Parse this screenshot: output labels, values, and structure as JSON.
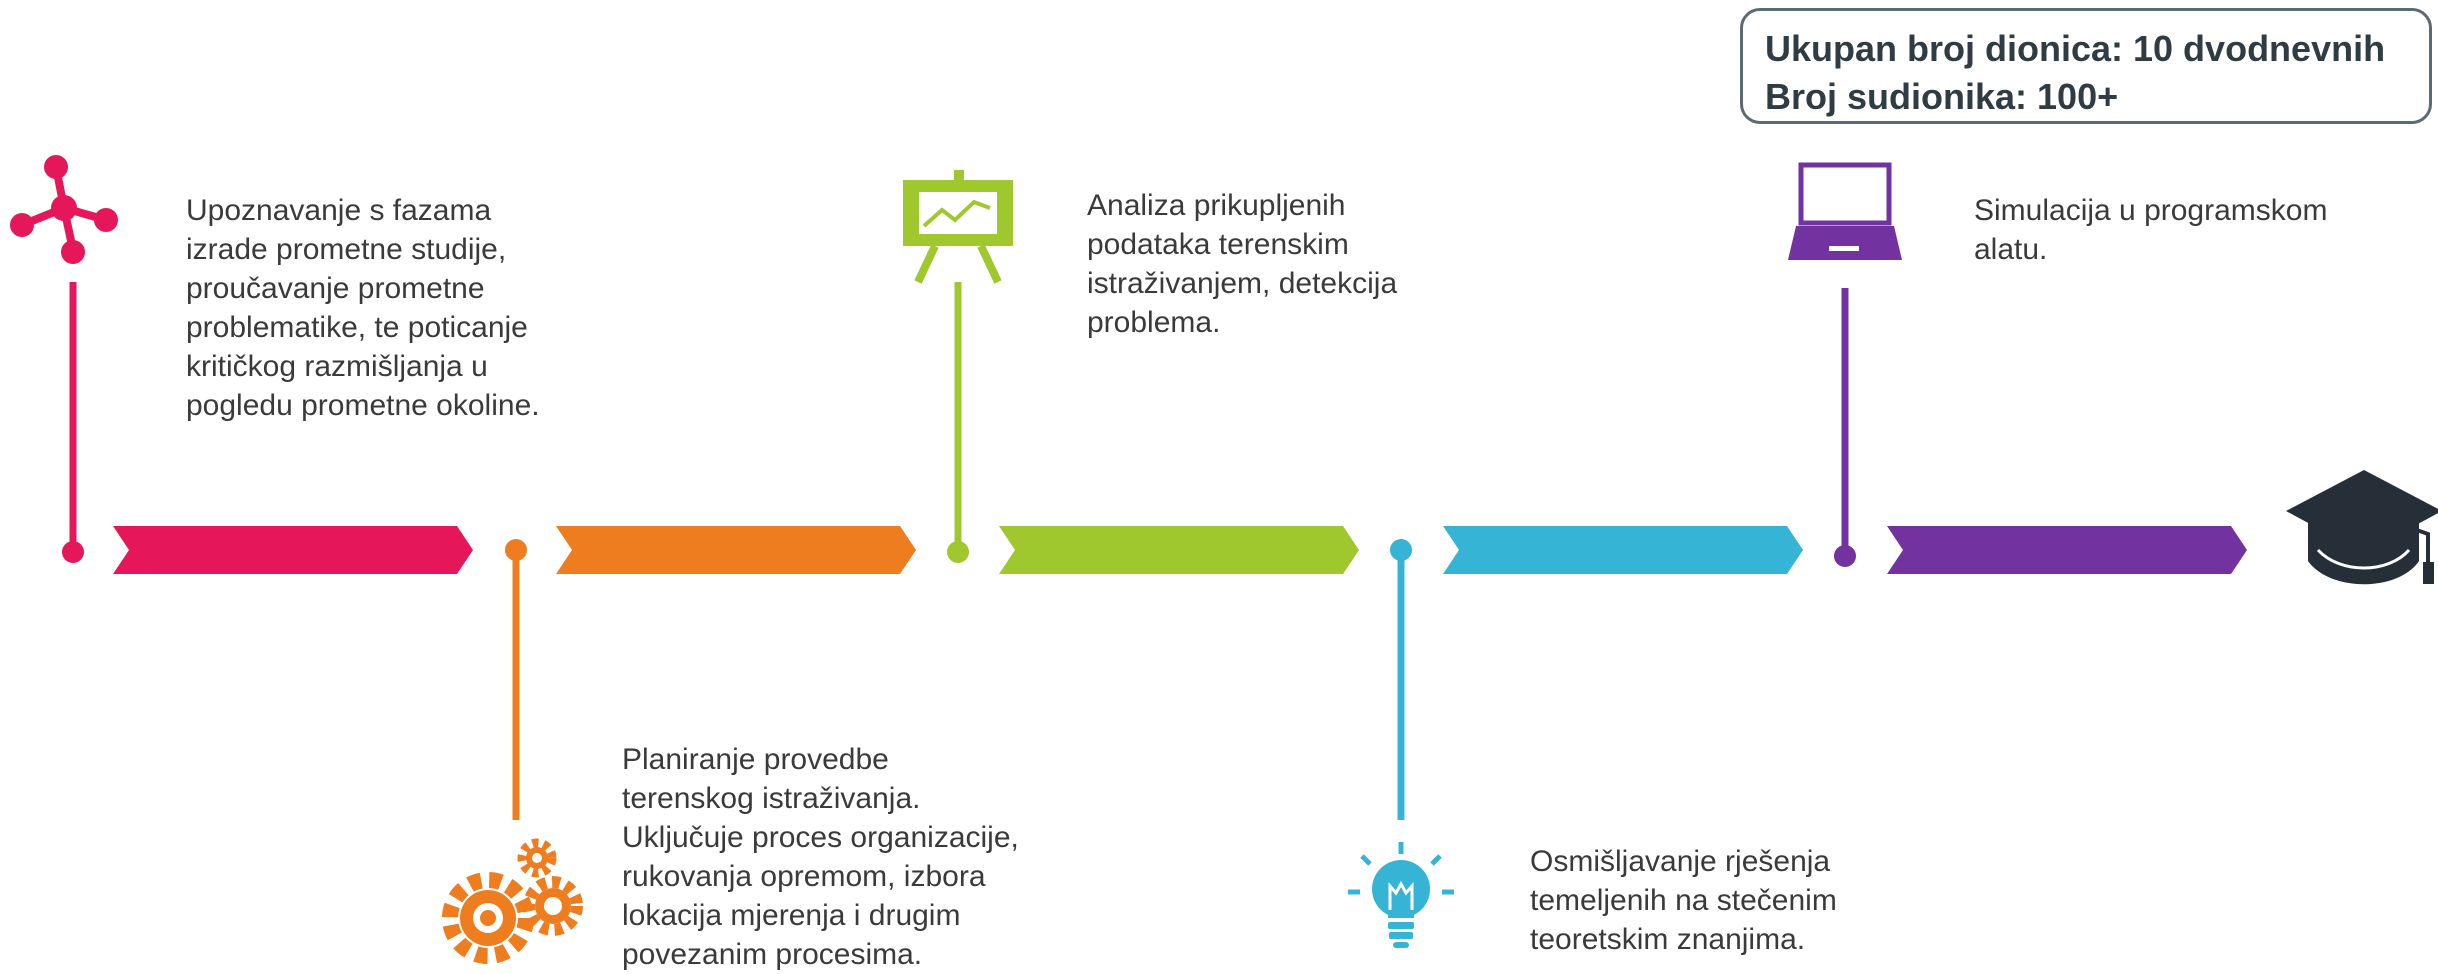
{
  "summary": {
    "line1": "Ukupan broj dionica: 10 dvodnevnih",
    "line2": "Broj sudionika: 100+"
  },
  "colors": {
    "step1": "#E5175A",
    "step2": "#EE7D20",
    "step3": "#9FC82E",
    "step4": "#35B4D5",
    "step5": "#7232A0",
    "cap": "#262F37"
  },
  "steps": [
    {
      "icon": "network-icon",
      "color": "#E5175A",
      "text": "Upoznavanje s fazama\nizrade prometne studije,\nproučavanje prometne\nproblematike, te poticanje\nkritičkog razmišljanja u\npogledu prometne okoline."
    },
    {
      "icon": "gears-icon",
      "color": "#EE7D20",
      "text": "Planiranje provedbe\nterenskog istraživanja.\nUključuje proces organizacije,\nrukovanja opremom, izbora\nlokacija mjerenja i drugim\npovezanim procesima."
    },
    {
      "icon": "presentation-board-icon",
      "color": "#9FC82E",
      "text": "Analiza prikupljenih\npodataka terenskim\nistraživanjem, detekcija\nproblema."
    },
    {
      "icon": "lightbulb-icon",
      "color": "#35B4D5",
      "text": "Osmišljavanje rješenja\ntemeljenih na stečenim\nteoretskim znanjima."
    },
    {
      "icon": "laptop-icon",
      "color": "#7232A0",
      "text": "Simulacija u programskom\nalatu."
    }
  ],
  "end_icon": "graduation-cap-icon"
}
